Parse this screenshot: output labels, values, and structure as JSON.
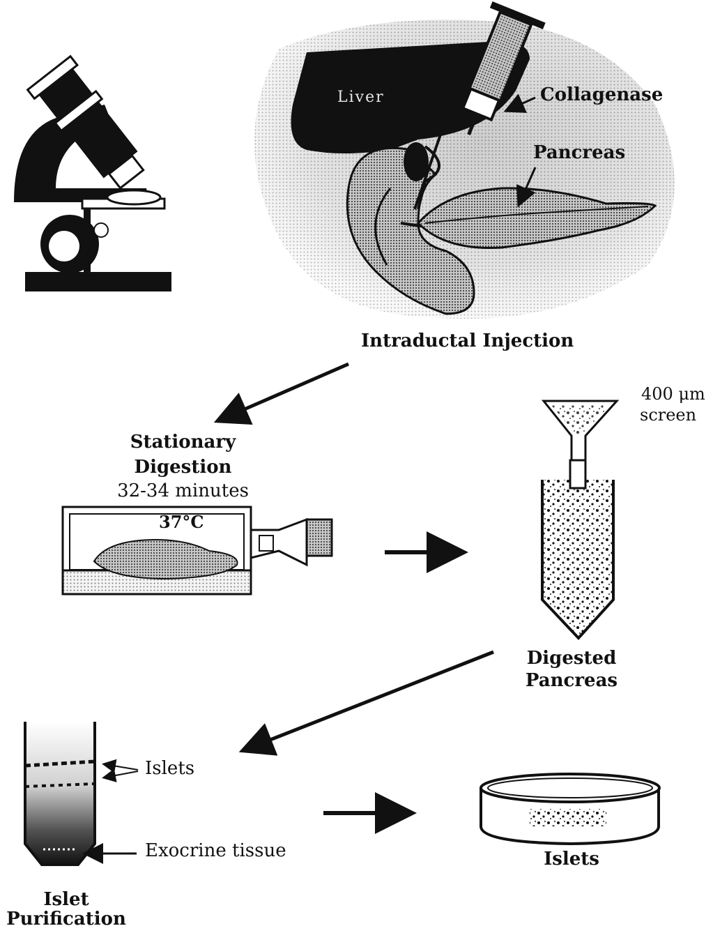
{
  "labels": {
    "liver": "Liver",
    "collagenase": "Collagenase",
    "pancreas": "Pancreas",
    "intraductal_injection": "Intraductal Injection",
    "screen_size": "400 μm",
    "screen_word": "screen",
    "stationary_line1": "Stationary",
    "stationary_line2": "Digestion",
    "stationary_time": "32-34 minutes",
    "temperature": "37°C",
    "digested_line1": "Digested",
    "digested_line2": "Pancreas",
    "islets_pointer": "Islets",
    "exocrine_pointer": "Exocrine tissue",
    "islets_dish": "Islets",
    "purification_line1": "Islet",
    "purification_line2": "Purification"
  },
  "colors": {
    "ink": "#111111",
    "stipple": "#b9b9b9",
    "paper": "#ffffff"
  },
  "icons": [
    "microscope-icon",
    "syringe-icon",
    "flask-icon",
    "funnel-icon",
    "tube-icon",
    "petri-dish-icon",
    "gradient-tube-icon"
  ]
}
